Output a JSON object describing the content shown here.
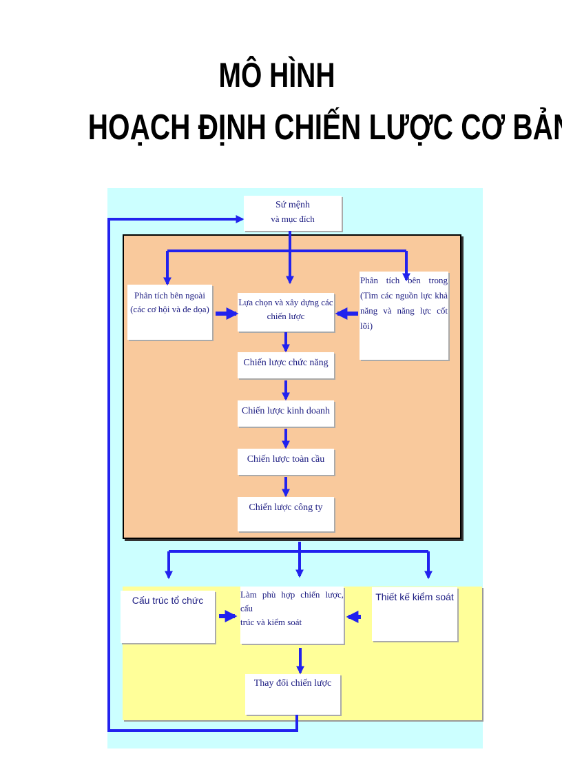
{
  "title": {
    "line1": "MÔ HÌNH",
    "line2": "HOẠCH ĐỊNH CHIẾN LƯỢC CƠ BẢN"
  },
  "colors": {
    "outer": "#ccffff",
    "inner": "#f9c99c",
    "lower": "#ffff99",
    "arrow": "#2222ee",
    "text": "#1a1a80"
  },
  "nodes": {
    "mission": {
      "line1": "Sứ mệnh",
      "line2": "và mục đích"
    },
    "external": {
      "line1": "Phân tích bên ngoài",
      "line2": "(các cơ hội và đe dọa)"
    },
    "choice": {
      "line1": "Lựa chọn và xây dựng các",
      "line2": "chiến lược"
    },
    "internal": {
      "line1": "Phân tích bên trong",
      "line2": "(Tìm các nguồn lực khả",
      "line3": "năng và năng lực cốt lõi)"
    },
    "functional": "Chiến lược chức năng",
    "business": "Chiến lược kinh doanh",
    "global": "Chiến lược toàn cầu",
    "corporate": "Chiến lược công ty",
    "structure": "Cấu trúc tổ chức",
    "fit": {
      "line1": "Làm phù hợp chiến lược, cấu",
      "line2": "trúc và kiểm soát"
    },
    "control": "Thiết kế kiểm soát",
    "change": "Thay đổi chiến lược"
  }
}
